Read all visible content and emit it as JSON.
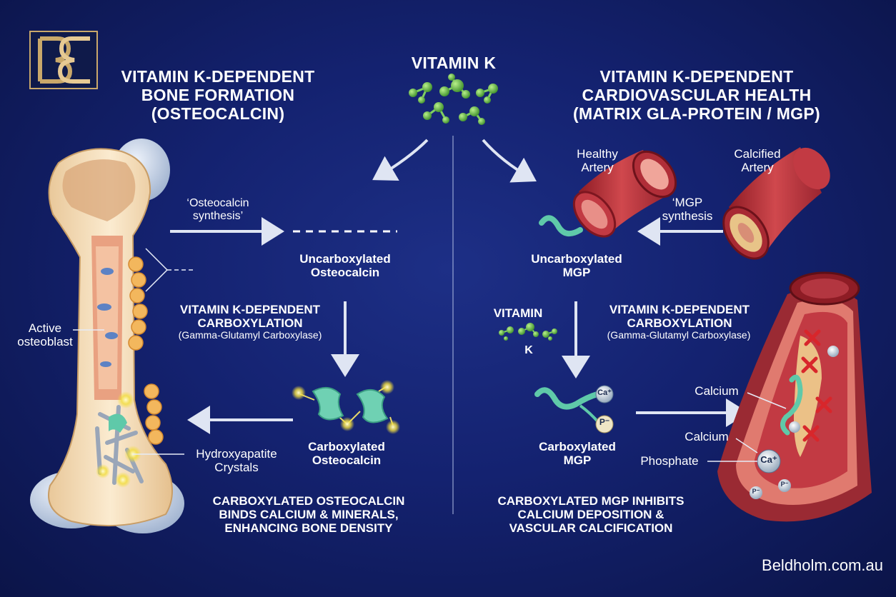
{
  "brand": {
    "logo_letters": "BE",
    "website": "Beldholm.com.au"
  },
  "center": {
    "title": "VITAMIN K"
  },
  "left": {
    "heading": "VITAMIN K-DEPENDENT\nBONE FORMATION\n(OSTEOCALCIN)",
    "synthesis_label": "‘Osteocalcin\nsynthesis’",
    "uncarboxylated": "Uncarboxylated\nOsteocalcin",
    "carboxylation_title": "VITAMIN K-DEPENDENT\nCARBOXYLATION",
    "enzyme": "(Gamma-Glutamyl Carboxylase)",
    "carboxylated": "Carboxylated\nOsteocalcin",
    "osteoblast_label": "Active\nosteoblast",
    "crystals_label": "Hydroxyapatite\nCrystals",
    "summary": "CARBOXYLATED OSTEOCALCIN\nBINDS CALCIUM & MINERALS,\nENHANCING BONE DENSITY"
  },
  "right": {
    "heading": "VITAMIN K-DEPENDENT\nCARDIOVASCULAR HEALTH\n(MATRIX GLA-PROTEIN / MGP)",
    "healthy_artery": "Healthy\nArtery",
    "calcified_artery": "Calcified\nArtery",
    "synthesis_label": "‘MGP\nsynthesis",
    "uncarboxylated": "Uncarboxylated\nMGP",
    "vitamin_label_top": "VITAMIN",
    "vitamin_label_bottom": "K",
    "carboxylation_title": "VITAMIN K-DEPENDENT\nCARBOXYLATION",
    "enzyme": "(Gamma-Glutamyl Carboxylase)",
    "carboxylated": "Carboxylated\nMGP",
    "ca_ion": "Ca⁺",
    "p_ion": "P⁻",
    "calcium_label_1": "Calcium",
    "calcium_label_2": "Calcium",
    "phosphate_label": "Phosphate",
    "vessel_ca_ion": "Ca⁺",
    "vessel_p_ion": "P⁻",
    "summary": "CARBOXYLATED MGP INHIBITS\nCALCIUM DEPOSITION &\nVASCULAR CALCIFICATION"
  },
  "colors": {
    "background": "#142270",
    "text": "#ffffff",
    "accent_gold": "#c9a86a",
    "molecule_green": "#5fbf4a",
    "protein_teal": "#5fc9a9",
    "artery_red": "#b8323a",
    "block_x": "#d8262b",
    "bone": "#f3dfc0"
  },
  "icons": [
    "brand-logo",
    "vitamin-k-molecule",
    "bone-illustration",
    "artery-illustration",
    "osteocalcin-protein",
    "mgp-protein",
    "block-x-icon"
  ]
}
